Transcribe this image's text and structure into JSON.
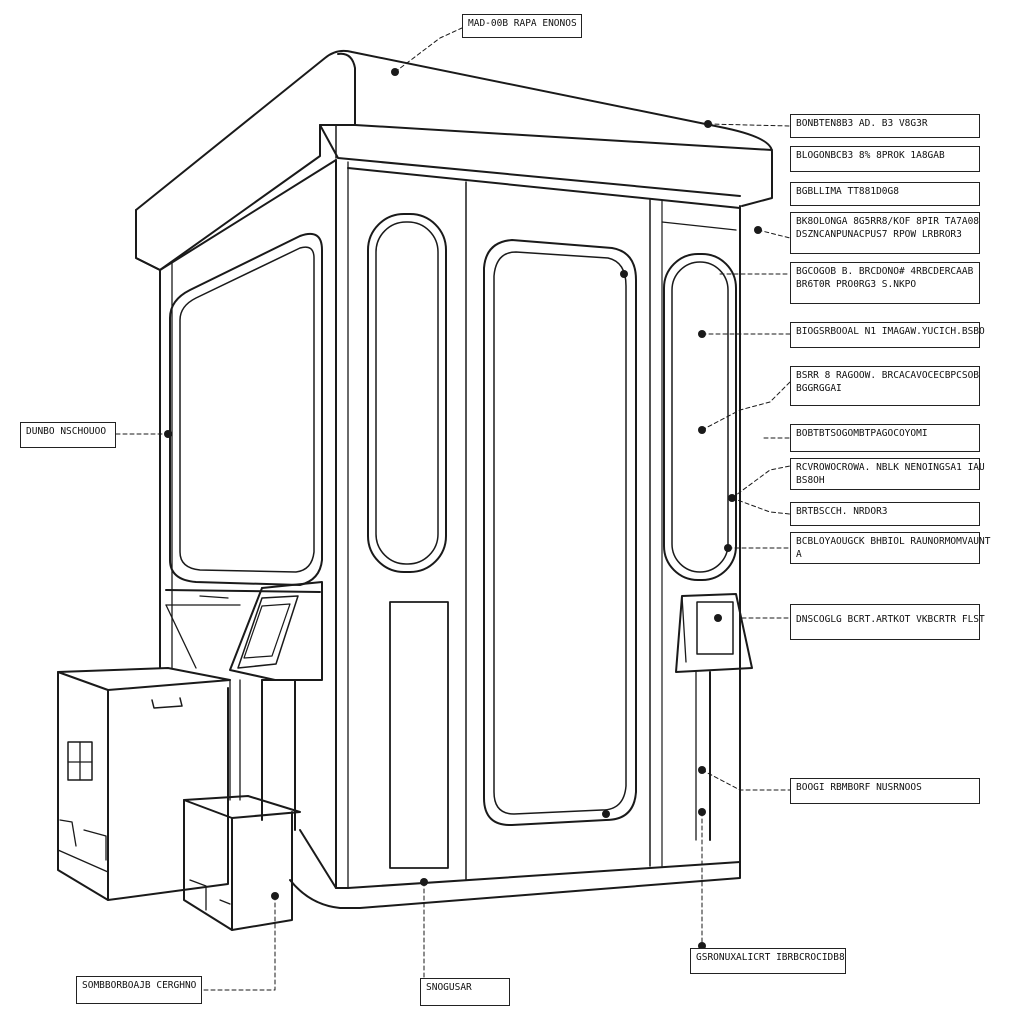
{
  "colors": {
    "ink": "#1a1a1a",
    "paper": "#ffffff"
  },
  "labels": {
    "roof_cap": "MAD-00B RAPA ENONOS",
    "right_1": "BONBTEN8B3 AD. B3 V8G3R",
    "right_2": "BLOGONBCB3 8% 8PROK 1A8GAB",
    "right_3": "BGBLLIMA TT881D0G8",
    "right_4a": "BK8OLONGA 8G5RR8/KOF 8PIR TA7A08",
    "right_4b": "DSZNCANPUNACPUS7 RPOW LRBROR3",
    "right_5a": "BGCOGOB B. BRCDONO# 4RBCDERCAAB",
    "right_5b": "BR6T0R PRO0RG3 S.NKPO",
    "right_6": "BIOGSRBOOAL N1 IMAGAW.YUCICH.BSBO",
    "right_7a": "BSRR 8 RAGOOW. BRCACAVOCECBPCSOB",
    "right_7b": "BGGRGGAI",
    "right_8": "BOBTBTSOGOMBTPAGOCOYOMI",
    "right_9a": "RCVROWOCROWA. NBLK NENOINGSA1 IAU",
    "right_9b": "BS8OH",
    "right_10": "BRTBSCCH. NRDOR3",
    "right_11a": "BCBLOYAOUGCK BHBIOL RAUNORMOMVAUNT",
    "right_11b": "A",
    "right_12": "DNSCOGLG BCRT.ARTKOT VKBCRTR FLST",
    "right_13": "BOOGI RBMBORF NUSRNOOS",
    "left_1": "DUNBO NSCHOUOO",
    "bottom_1": "SOMBBORBOAJB CERGHNO",
    "bottom_2": "SNOGUSAR",
    "bottom_3": "GSRONUXALICRT IBRBCROCIDB8"
  }
}
